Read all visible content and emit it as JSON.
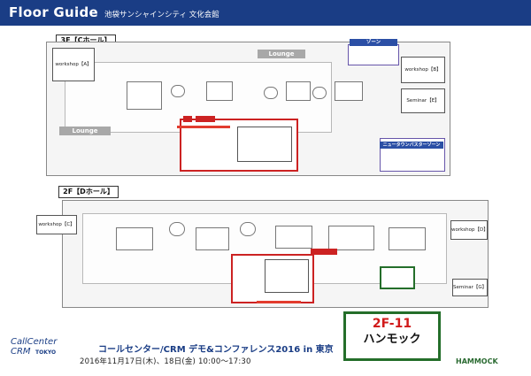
{
  "header": {
    "title": "Floor Guide",
    "venue": "池袋サンシャインシティ 文化会館",
    "background": "#1a3d85"
  },
  "floors": [
    {
      "label": "3F【Cホール】",
      "rooms": {
        "workshop_a": "workshop【A】",
        "workshop_b": "workshop【B】",
        "seminar_e": "Seminar【E】",
        "lounge_1": "Lounge",
        "lounge_2": "Lounge",
        "elevator_hall": "ニュータウンバスターゾーン"
      }
    },
    {
      "label": "2F【Dホール】",
      "rooms": {
        "workshop_c": "workshop【C】",
        "workshop_d": "workshop【D】",
        "seminar_g": "Seminar【G】"
      }
    }
  ],
  "highlight": {
    "booth": "2F-11",
    "company": "ハンモック",
    "booth_color": "#d11a1a",
    "frame_color": "#246e2a"
  },
  "footer": {
    "event_title": "コールセンター/CRM デモ&コンファレンス2016 in 東京",
    "dates": "2016年11月17日(木)、18日(金) 10:00～17:30"
  },
  "logos": {
    "left_lines": [
      "CallCenter",
      "CRM",
      "TOKYO"
    ],
    "right": "HAMMOCK",
    "right_color": "#2a6a31"
  }
}
